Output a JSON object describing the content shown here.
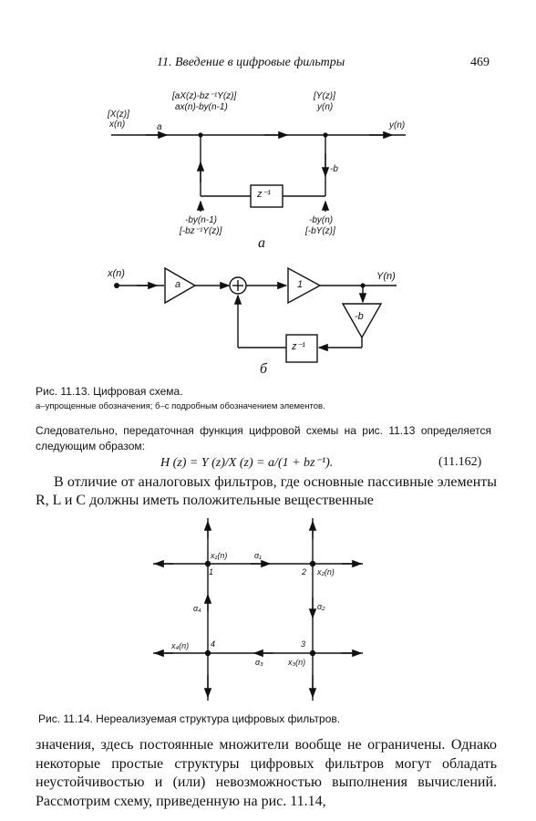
{
  "header": {
    "title": "11. Введение в цифровые фильтры",
    "page_number": "469"
  },
  "fig_a": {
    "x_top": "[X(z)]",
    "x_bot": "x(n)",
    "gain_a": "a",
    "mid_top": "[aX(z)-bz⁻¹Y(z)]",
    "mid_bot": "ax(n)-by(n-1)",
    "y_top": "[Y(z)]",
    "y_bot": "y(n)",
    "y_out": "y(n)",
    "minus_b": "-b",
    "delay": "z⁻¹",
    "left_l1": "-by(n-1)",
    "left_l2": "[-bz⁻¹Y(z)]",
    "right_l1": "-by(n)",
    "right_l2": "[-bY(z)]",
    "sub": "а"
  },
  "fig_b": {
    "x_in": "x(n)",
    "amp_a": "a",
    "amp_1": "1",
    "amp_b": "-b",
    "delay": "z⁻¹",
    "y_out": "Y(n)",
    "sub": "б"
  },
  "caption1": {
    "title": "Рис. 11.13. Цифровая схема.",
    "sub": "а–упрощенные обозначения; б–с подробным обозначением элементов."
  },
  "para1": "Следовательно, передаточная функция цифровой схемы на рис. 11.13 определяется следующим образом:",
  "equation": {
    "formula": "H (z) = Y (z)/X (z) = a/(1 + bz⁻¹).",
    "number": "(11.162)"
  },
  "para2": "В отличие от аналоговых фильтров, где основные пассивные элементы R, L и C должны иметь положительные вещественные",
  "fig_c": {
    "n1": "x₁(n)",
    "n1num": "1",
    "alpha1": "α₁",
    "n2num": "2",
    "n2": "x₂(n)",
    "alpha4": "α₄",
    "alpha2": "α₂",
    "n4": "x₄(n)",
    "n4num": "4",
    "n3num": "3",
    "alpha3": "α₃",
    "n3": "x₃(n)"
  },
  "caption2": "Рис. 11.14. Нереализуемая структура цифровых фильтров.",
  "para3": "значения, здесь постоянные множители вообще не ограничены. Однако некоторые простые структуры цифровых фильтров могут обладать неустойчивостью и (или) невозможностью выполнения вычислений. Рассмотрим схему, приведенную на рис. 11.14,"
}
